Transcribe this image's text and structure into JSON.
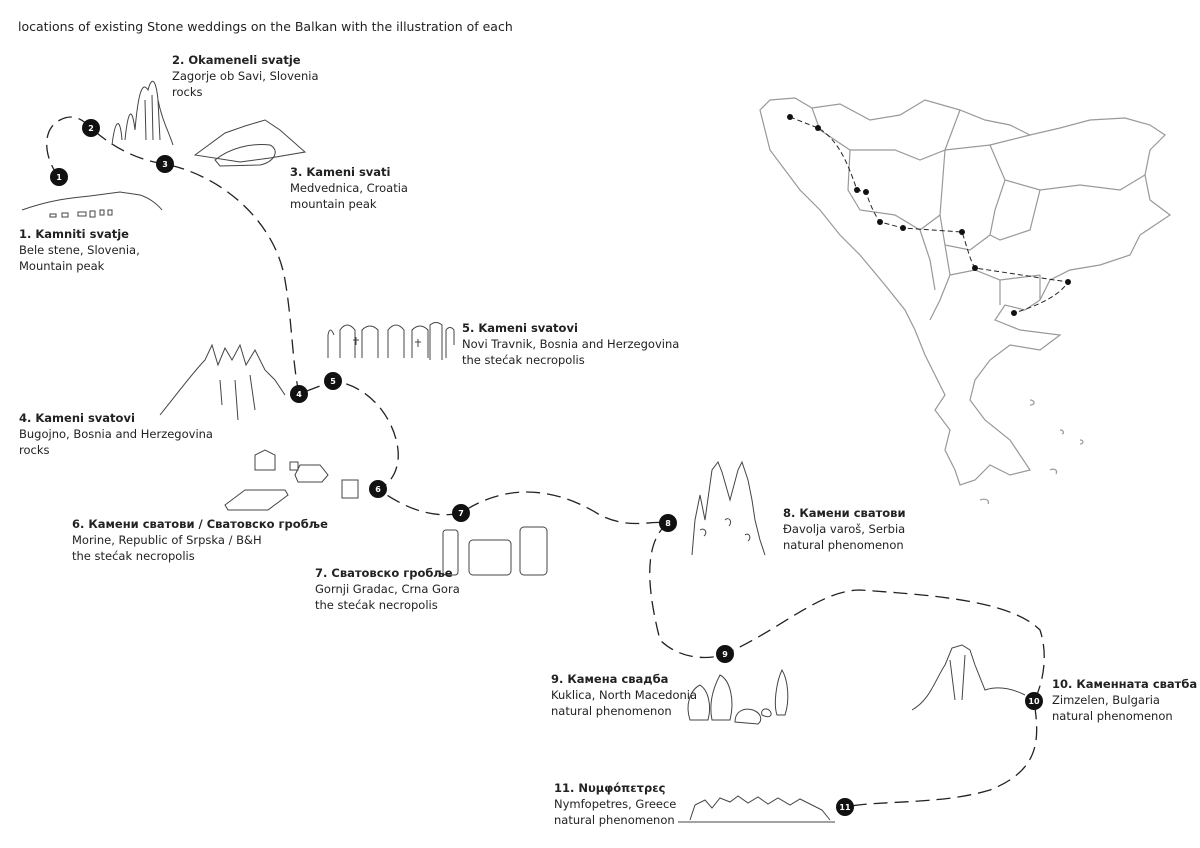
{
  "title": "locations of existing Stone weddings on the Balkan with the illustration of each",
  "sites": [
    {
      "number": "1",
      "name": "1. Kamniti svatje",
      "place": "Bele stene, Slovenia,",
      "type": "Mountain peak"
    },
    {
      "number": "2",
      "name": "2. Okameneli svatje",
      "place": "Zagorje ob Savi, Slovenia",
      "type": "rocks"
    },
    {
      "number": "3",
      "name": "3. Kameni svati",
      "place": "Medvednica, Croatia",
      "type": "mountain peak"
    },
    {
      "number": "4",
      "name": "4. Kameni svatovi",
      "place": "Bugojno, Bosnia and Herzegovina",
      "type": "rocks"
    },
    {
      "number": "5",
      "name": "5. Kameni svatovi",
      "place": "Novi Travnik, Bosnia and Herzegovina",
      "type": "the stećak necropolis"
    },
    {
      "number": "6",
      "name": "6. Камени сватови / Сватовско гробље",
      "place": "Morine, Republic of Srpska / B&H",
      "type": "the stećak necropolis"
    },
    {
      "number": "7",
      "name": "7. Сватовско гробље",
      "place": "Gornji Gradac, Crna Gora",
      "type": "the stećak necropolis"
    },
    {
      "number": "8",
      "name": "8. Камени сватови",
      "place": "Đavolja varoš, Serbia",
      "type": "natural phenomenon"
    },
    {
      "number": "9",
      "name": "9. Камена свадба",
      "place": "Kuklica, North Macedonia",
      "type": "natural phenomenon"
    },
    {
      "number": "10",
      "name": "10. Каменната сватба",
      "place": "Zimzelen, Bulgaria",
      "type": "natural phenomenon"
    },
    {
      "number": "11",
      "name": "11. Νυμφόπετρες",
      "place": "Nymfopetres, Greece",
      "type": "natural phenomenon"
    }
  ]
}
